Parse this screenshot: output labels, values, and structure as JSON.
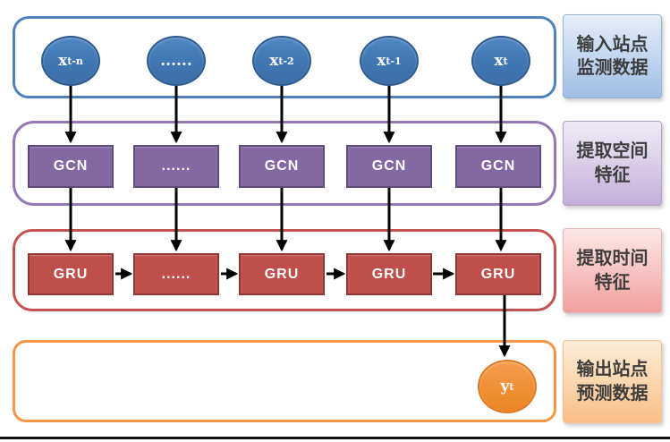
{
  "columns": [
    {
      "input_base": "x",
      "input_sub": "t-n",
      "gcn_label": "GCN",
      "gru_label": "GRU"
    },
    {
      "input_base": "......",
      "input_sub": "",
      "gcn_label": "......",
      "gru_label": "......"
    },
    {
      "input_base": "x",
      "input_sub": "t-2",
      "gcn_label": "GCN",
      "gru_label": "GRU"
    },
    {
      "input_base": "x",
      "input_sub": "t-1",
      "gcn_label": "GCN",
      "gru_label": "GRU"
    },
    {
      "input_base": "x",
      "input_sub": "t",
      "gcn_label": "GCN",
      "gru_label": "GRU"
    }
  ],
  "output_node": {
    "base": "y",
    "sub": "t"
  },
  "side_labels": [
    {
      "line1": "输入站点",
      "line2": "监测数据"
    },
    {
      "line1": "提取空间",
      "line2": "特征"
    },
    {
      "line1": "提取时间",
      "line2": "特征"
    },
    {
      "line1": "输出站点",
      "line2": "预测数据"
    }
  ],
  "colors": {
    "input_node_fill": "#4076b2",
    "input_node_border": "#2e5b8f",
    "input_container_border": "#4f81bd",
    "gcn_fill": "#8468a4",
    "gcn_border": "#5e4a79",
    "gcn_container_border": "#9678b6",
    "gru_fill": "#c04f4b",
    "gru_border": "#923634",
    "gru_container_border": "#c4524e",
    "output_node_fill": "#f08e33",
    "output_node_border": "#de7a25",
    "output_container_border": "#f79646",
    "arrow_color": "#000000",
    "label_text_color": "#3d3d3d"
  }
}
